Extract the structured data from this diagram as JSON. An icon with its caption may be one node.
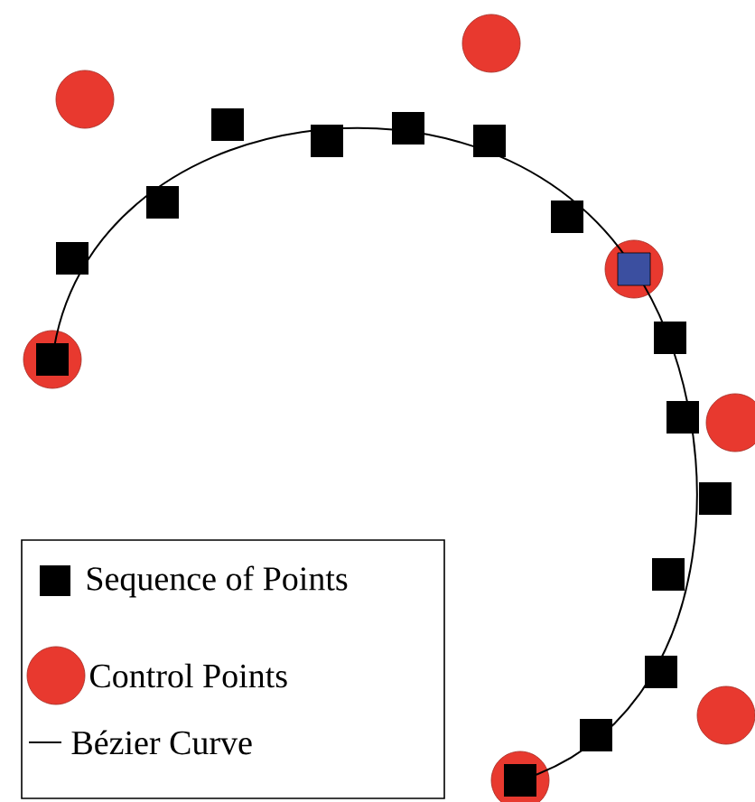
{
  "diagram": {
    "legend": [
      {
        "text": "Sequence of Points"
      },
      {
        "text": "Control Points"
      },
      {
        "text": "Bézier Curve"
      }
    ]
  }
}
